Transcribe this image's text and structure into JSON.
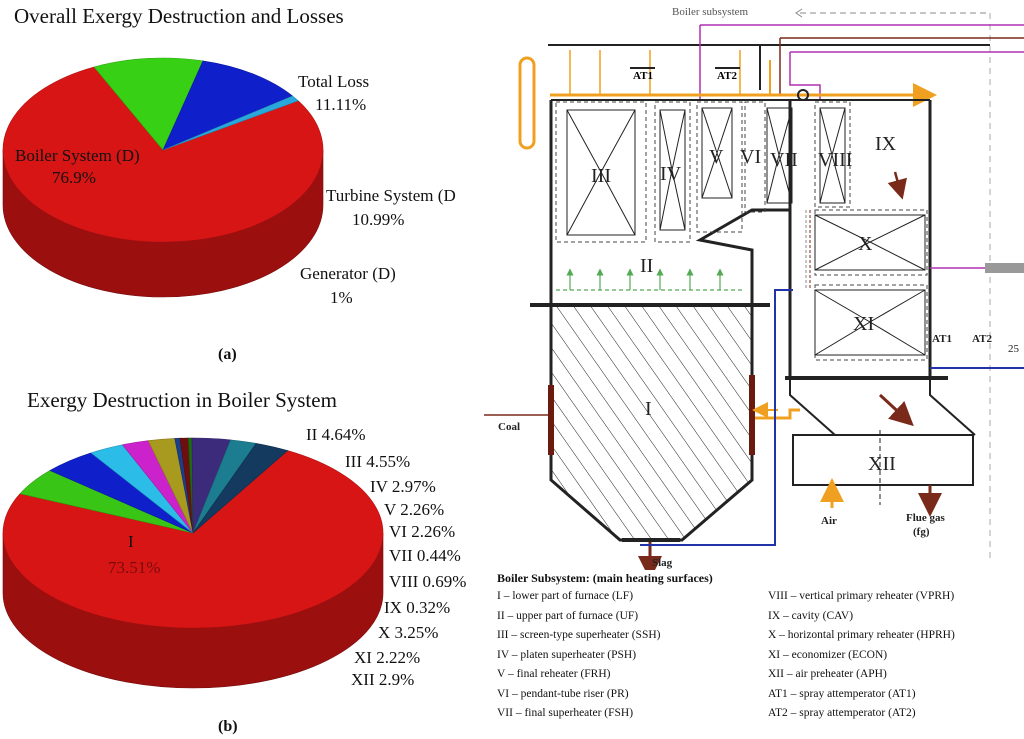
{
  "chart_data": [
    {
      "type": "pie",
      "title": "Overall Exergy Destruction and Losses",
      "caption": "(a)",
      "slices": [
        {
          "label": "Boiler System (D)",
          "value": 76.9,
          "display": "76.9%",
          "color": "#d81515"
        },
        {
          "label": "Total Loss",
          "value": 11.11,
          "display": "11.11%",
          "color": "#38d015"
        },
        {
          "label": "Turbine System (D",
          "value": 10.99,
          "display": "10.99%",
          "color": "#0f1fc9"
        },
        {
          "label": "Generator (D)",
          "value": 1,
          "display": "1%",
          "color": "#2aa8dc"
        }
      ]
    },
    {
      "type": "pie",
      "title": "Exergy Destruction in Boiler System",
      "caption": "(b)",
      "slices": [
        {
          "label": "I",
          "value": 73.51,
          "display": "73.51%",
          "color": "#d81515"
        },
        {
          "label": "II",
          "value": 4.64,
          "display": "4.64%",
          "color": "#38c515"
        },
        {
          "label": "III",
          "value": 4.55,
          "display": "4.55%",
          "color": "#0f1fc9"
        },
        {
          "label": "IV",
          "value": 2.97,
          "display": "2.97%",
          "color": "#2bbde8"
        },
        {
          "label": "V",
          "value": 2.26,
          "display": "2.26%",
          "color": "#cc22cc"
        },
        {
          "label": "VI",
          "value": 2.26,
          "display": "2.26%",
          "color": "#a89a1e"
        },
        {
          "label": "VII",
          "value": 0.44,
          "display": "0.44%",
          "color": "#1c3e8a"
        },
        {
          "label": "VIII",
          "value": 0.69,
          "display": "0.69%",
          "color": "#6e0f0f"
        },
        {
          "label": "IX",
          "value": 0.32,
          "display": "0.32%",
          "color": "#1f6b12"
        },
        {
          "label": "X",
          "value": 3.25,
          "display": "3.25%",
          "color": "#3b2b7a"
        },
        {
          "label": "XI",
          "value": 2.22,
          "display": "2.22%",
          "color": "#1b7d8f"
        },
        {
          "label": "XII",
          "value": 2.9,
          "display": "2.9%",
          "color": "#143a5f"
        }
      ]
    }
  ],
  "diagram": {
    "header": "Boiler subsystem",
    "zones": [
      "I",
      "II",
      "III",
      "IV",
      "V",
      "VI",
      "VII",
      "VIII",
      "IX",
      "X",
      "XI",
      "XII"
    ],
    "tags": {
      "at1": "AT1",
      "at2": "AT2",
      "right_num": "25"
    },
    "flows": {
      "coal": "Coal",
      "slag": "Slag",
      "air": "Air",
      "flue_gas": "Flue gas",
      "fg": "(fg)"
    }
  },
  "legend": {
    "heading": "Boiler Subsystem: (main heating surfaces)",
    "left": [
      "I  –  lower part of furnace (LF)",
      "II  –  upper part of furnace (UF)",
      "III  –  screen-type superheater (SSH)",
      "IV  –  platen superheater (PSH)",
      "V  –  final reheater (FRH)",
      "VI  –  pendant-tube riser (PR)",
      "VII  –  final superheater (FSH)"
    ],
    "right": [
      "VIII  –  vertical primary reheater (VPRH)",
      "IX  –  cavity (CAV)",
      "X  –  horizontal primary reheater (HPRH)",
      "XI  –  economizer (ECON)",
      "XII  –  air preheater (APH)",
      "AT1  –  spray attemperator (AT1)",
      "AT2  –  spray attemperator (AT2)"
    ]
  }
}
